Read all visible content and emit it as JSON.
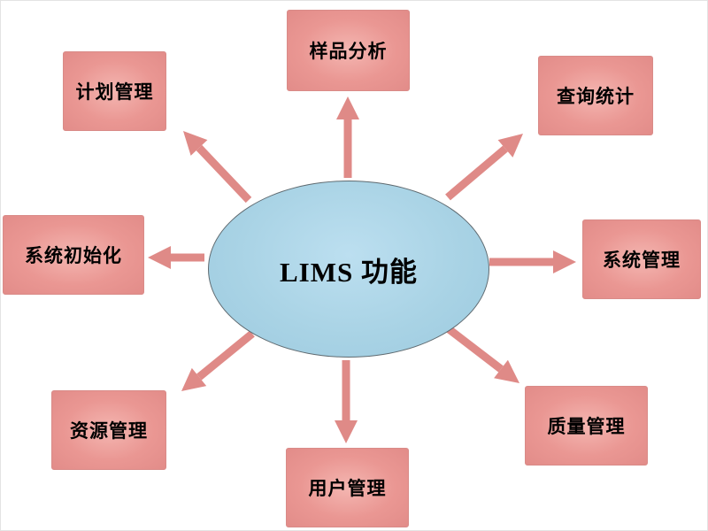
{
  "diagram": {
    "title": "LIMS 功能",
    "center_label": "LIMS 功能",
    "nodes": [
      {
        "id": "sample-analysis",
        "label": "样品分析",
        "position": "top"
      },
      {
        "id": "plan-management",
        "label": "计划管理",
        "position": "top-left"
      },
      {
        "id": "query-statistics",
        "label": "查询统计",
        "position": "top-right"
      },
      {
        "id": "system-initialization",
        "label": "系统初始化",
        "position": "left"
      },
      {
        "id": "system-management",
        "label": "系统管理",
        "position": "right"
      },
      {
        "id": "resource-management",
        "label": "资源管理",
        "position": "bottom-left"
      },
      {
        "id": "quality-management",
        "label": "质量管理",
        "position": "bottom-right"
      },
      {
        "id": "user-management",
        "label": "用户管理",
        "position": "bottom"
      }
    ],
    "colors": {
      "node_fill": "#ea9793",
      "node_fill_light": "#f4b6b1",
      "arrow": "#df8a87",
      "ellipse_fill": "#a9d3e5",
      "text": "#000000",
      "background": "#ffffff"
    }
  }
}
